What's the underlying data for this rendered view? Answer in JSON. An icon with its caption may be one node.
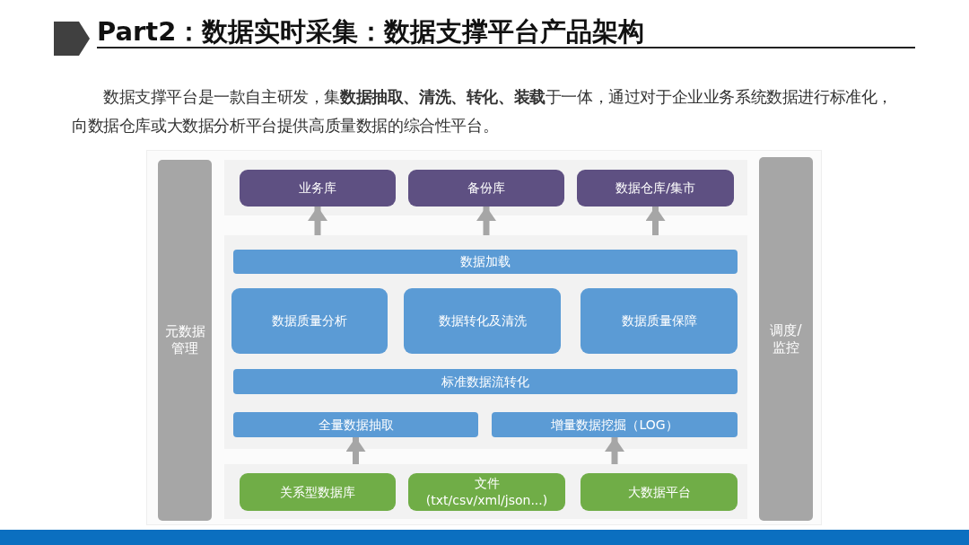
{
  "diagram": {
    "title": "Part2：数据实时采集：数据支撑平台产品架构",
    "nodes": [
      {
        "text": [
          "元数据管理"
        ]
      },
      {
        "text": [],
        "shape": "box"
      },
      {
        "text": [
          "业务库"
        ],
        "in": 1
      },
      {
        "text": [
          "备份库"
        ],
        "in": 1
      },
      {
        "text": [
          "数据仓库/集市"
        ],
        "in": 1
      },
      {
        "text": [],
        "shape": "box"
      },
      {
        "text": [
          "数据加载"
        ],
        "in": 5
      },
      {
        "text": [
          "数据质量分析"
        ],
        "in": 5
      },
      {
        "text": [
          "数据转化及清洗"
        ],
        "in": 5
      },
      {
        "text": [
          "数据质量保障"
        ],
        "in": 5
      },
      {
        "text": [
          "标准数据流转化"
        ],
        "in": 5
      },
      {
        "text": [
          "全量数据抽取"
        ],
        "in": 5
      },
      {
        "text": [
          "增量数据挖掘（LOG）"
        ],
        "in": 5
      },
      {
        "text": [],
        "shape": "box"
      },
      {
        "text": [
          "关系型数据库"
        ],
        "in": 13
      },
      {
        "text": [
          "文件",
          "(txt/csv/xml/json...)"
        ],
        "in": 13
      },
      {
        "text": [
          "大数据平台"
        ],
        "in": 13
      },
      {
        "text": [
          "调度/监控"
        ]
      }
    ],
    "edges": [
      {
        "from": 5,
        "to": 2,
        "arrow": "to"
      },
      {
        "from": 5,
        "to": 3,
        "arrow": "to"
      },
      {
        "from": 5,
        "to": 4,
        "arrow": "to"
      },
      {
        "from": 13,
        "to": 11,
        "arrow": "to"
      },
      {
        "from": 13,
        "to": 12,
        "arrow": "to"
      }
    ],
    "labels": [
      "数据支撑平台是一款自主研发，集**数据抽取、清洗、转化、装载**于一体，通过对于企业业务系统数据进行标准化，向数据仓库或大数据分析平台提供高质量数据的综合性平台。"
    ]
  }
}
